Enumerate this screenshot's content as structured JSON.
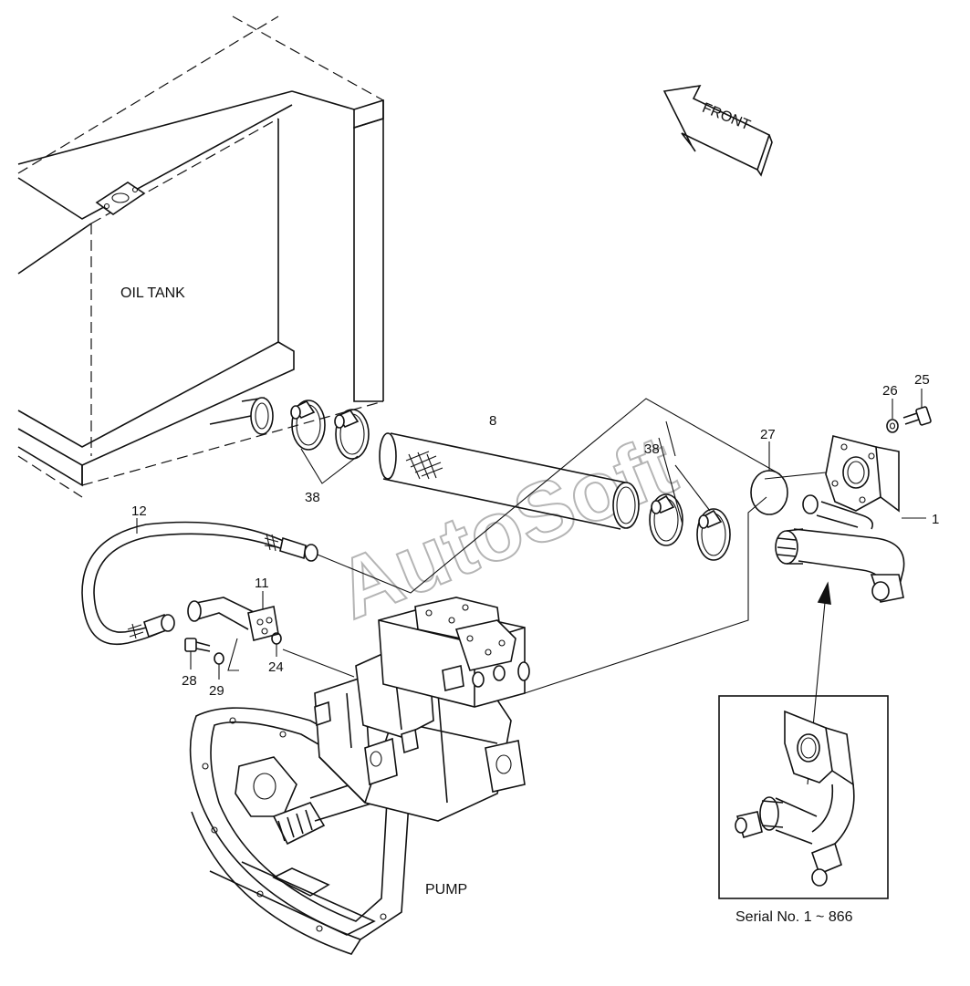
{
  "labels": {
    "oil_tank": "OIL TANK",
    "pump": "PUMP",
    "front": "FRONT",
    "serial": "Serial No. 1 ~ 866",
    "watermark": "AutoSoft"
  },
  "callouts": {
    "c1": "1",
    "c8": "8",
    "c11": "11",
    "c12": "12",
    "c24": "24",
    "c25": "25",
    "c26": "26",
    "c27": "27",
    "c28": "28",
    "c29": "29",
    "c38a": "38",
    "c38b": "38"
  }
}
